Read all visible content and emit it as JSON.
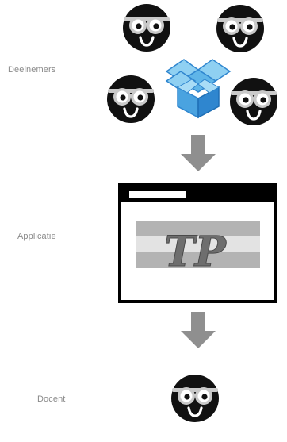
{
  "labels": {
    "participants": "Deelnemers",
    "application": "Applicatie",
    "teacher": "Docent"
  },
  "app_window": {
    "logo_text": "TP"
  },
  "icons": {
    "participant": "smiley-face-with-glasses-icon",
    "shared_storage": "dropbox-icon",
    "flow_arrow": "down-arrow-icon",
    "application": "application-window-icon"
  },
  "colors": {
    "face": "#111111",
    "glasses": "#c9c9c9",
    "arrow": "#8f8f8f",
    "dropbox_light": "#8fd0f2",
    "dropbox_dark": "#2f86cf",
    "window_frame": "#000000",
    "window_band": "#b3b3b3",
    "logo_text": "#6e6e6e",
    "label_text": "#8a8a8a"
  }
}
